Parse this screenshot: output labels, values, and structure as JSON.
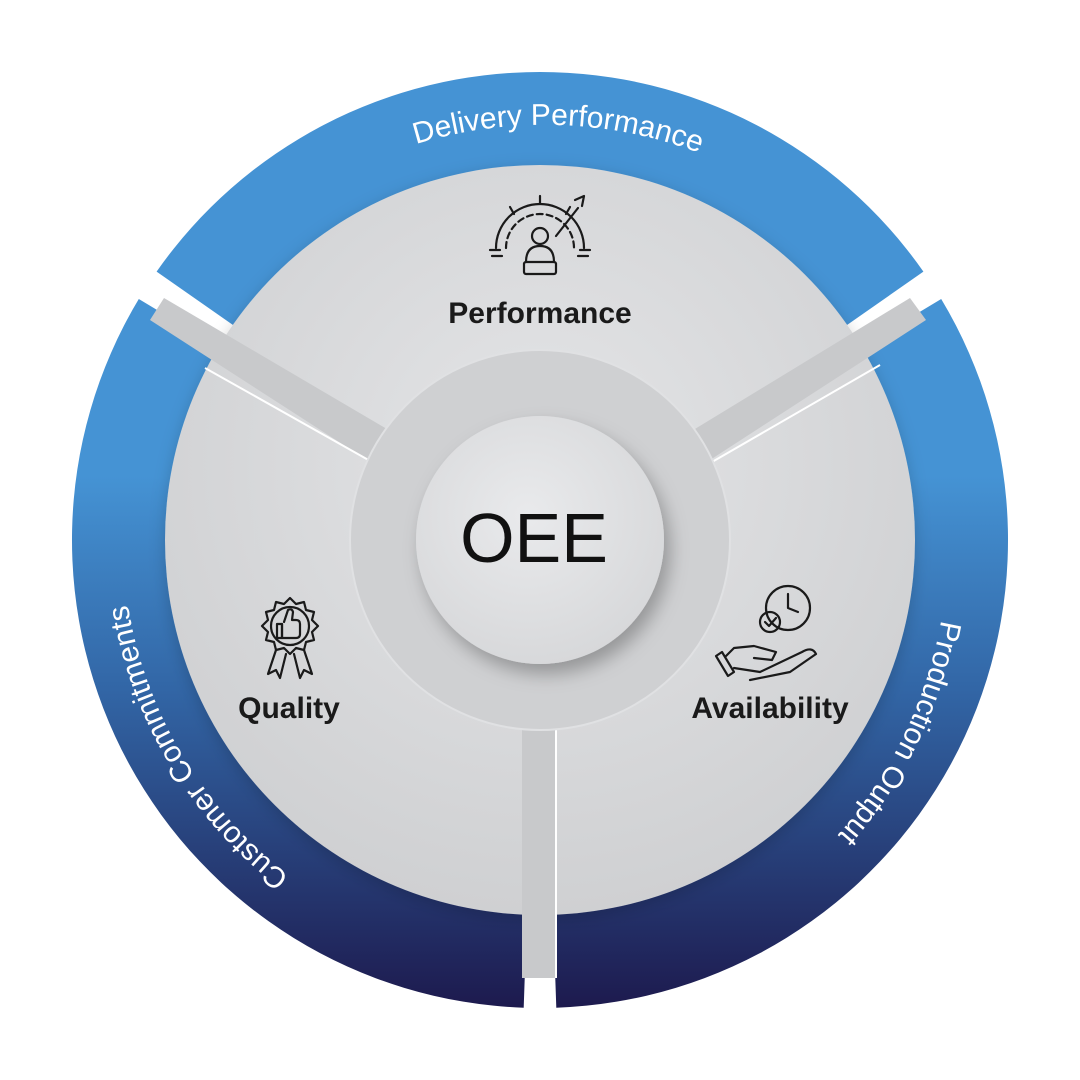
{
  "center": {
    "label": "OEE"
  },
  "segments": [
    {
      "label": "Performance",
      "icon": "speedometer-person-icon"
    },
    {
      "label": "Availability",
      "icon": "clock-in-hand-icon"
    },
    {
      "label": "Quality",
      "icon": "thumbs-up-badge-icon"
    }
  ],
  "outer_ring": [
    {
      "label": "Delivery Performance"
    },
    {
      "label": "Production Output"
    },
    {
      "label": "Customer Commitments"
    }
  ],
  "colors": {
    "ring_light": "#4593d4",
    "ring_dark": "#1d1a4e",
    "disc": "#d8d9db",
    "hub": "#cfd0d2",
    "center": "#e2e3e5",
    "separator": "#c6c7c9"
  }
}
